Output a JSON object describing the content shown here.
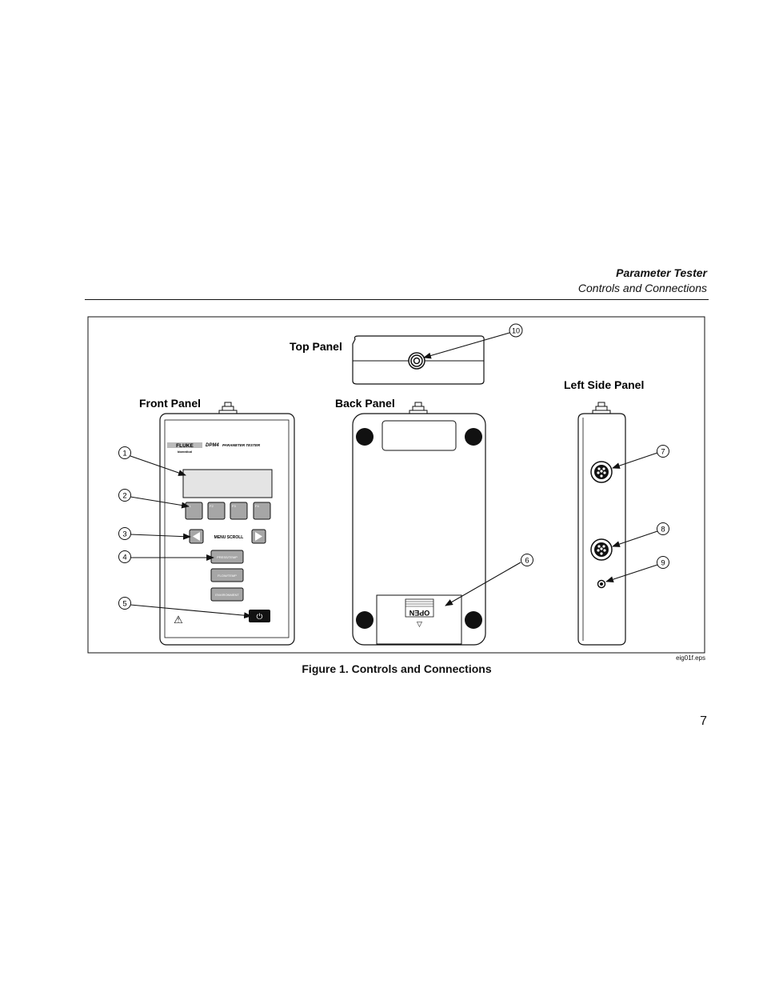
{
  "header": {
    "title": "Parameter Tester",
    "subtitle": "Controls and Connections"
  },
  "figure": {
    "panel_labels": {
      "top": "Top Panel",
      "front": "Front Panel",
      "back": "Back Panel",
      "left_side": "Left Side Panel"
    },
    "device": {
      "brand": "FLUKE",
      "brand_sub": "biomedical",
      "model": "DPM4",
      "model_desc": "PARAMETER TESTER",
      "function_keys": [
        "F1",
        "F2",
        "F3",
        "F4"
      ],
      "menu_scroll": "MENU SCROLL",
      "mode_buttons": [
        "PRESS/TEMP",
        "FLOW/TEMP",
        "ENVIRONMENT"
      ],
      "power_symbol": "⏻",
      "warning_symbol": "⚠",
      "battery_door": "OPEN",
      "battery_arrow": "▽"
    },
    "callouts": [
      "1",
      "2",
      "3",
      "4",
      "5",
      "6",
      "7",
      "8",
      "9",
      "10"
    ]
  },
  "caption": "Figure 1. Controls and Connections",
  "filename": "eig01f.eps",
  "page_number": "7"
}
